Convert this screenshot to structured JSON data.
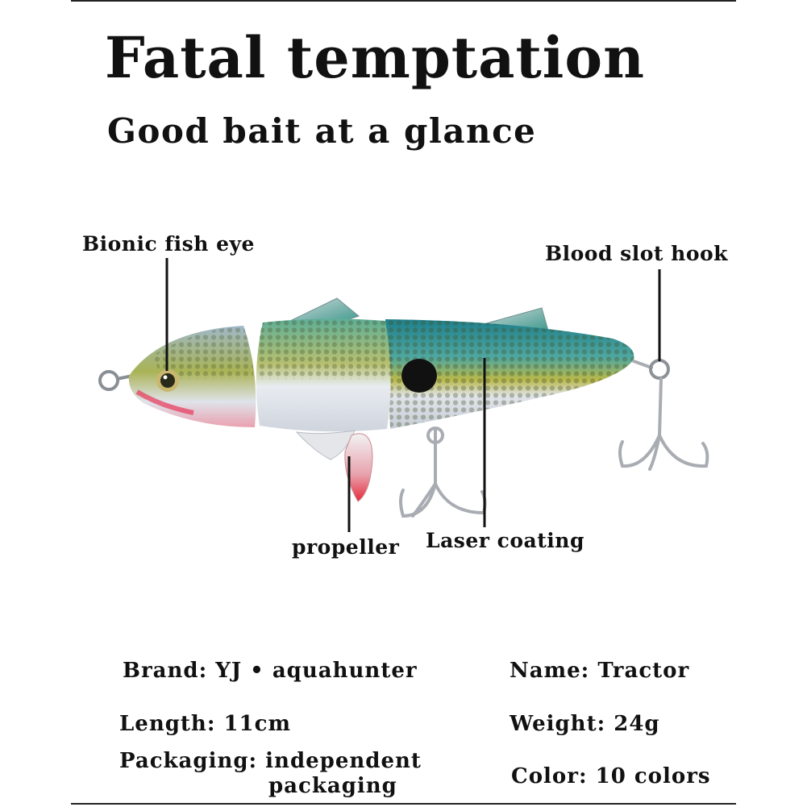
{
  "header": {
    "title": "Fatal temptation",
    "subtitle": "Good bait at a glance"
  },
  "callouts": {
    "eye": "Bionic fish eye",
    "hook": "Blood slot hook",
    "propeller": "propeller",
    "coating": "Laser coating"
  },
  "specs": {
    "brand": "Brand: YJ  •  aquahunter",
    "name": "Name: Tractor",
    "length": "Length: 11cm",
    "weight": "Weight: 24g",
    "packaging_line1": "Packaging: independent",
    "packaging_line2": "packaging",
    "color": "Color: 10 colors"
  },
  "colors": {
    "back": "#2f8f96",
    "belly": "#d9dde4",
    "scale": "#6c7a2a",
    "lip": "#e8365a"
  }
}
